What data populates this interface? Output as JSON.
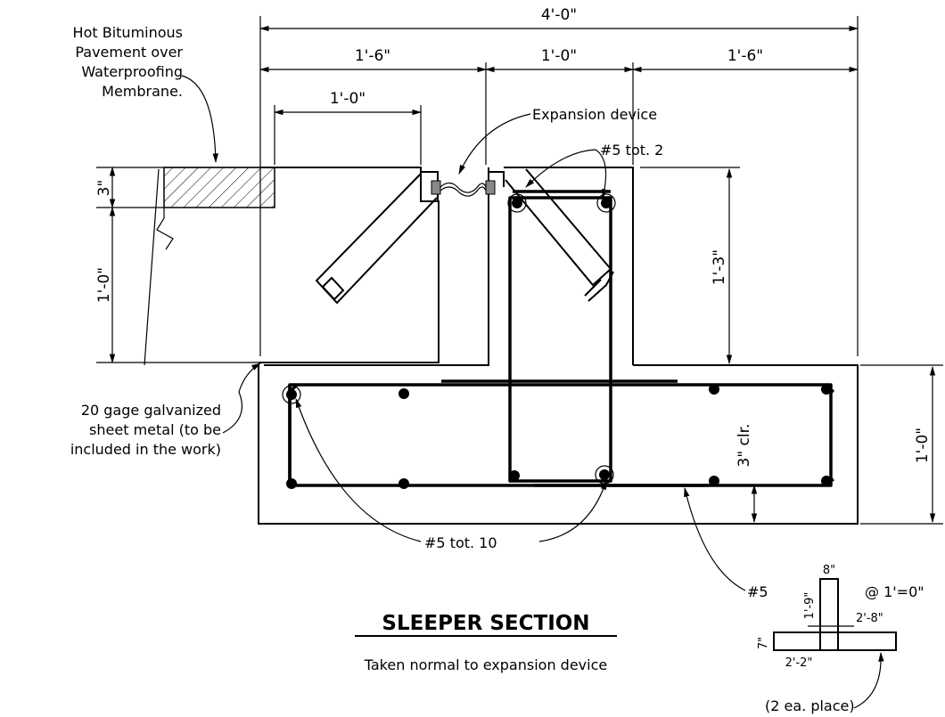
{
  "dimensions": {
    "overall_width": "4'-0\"",
    "left_width": "1'-6\"",
    "center_width": "1'-0\"",
    "right_width": "1'-6\"",
    "pavement_width": "1'-0\"",
    "pavement_depth": "3\"",
    "left_depth": "1'-0\"",
    "upper_depth": "1'-3\"",
    "sleeper_depth": "1'-0\"",
    "clearance": "3\" clr."
  },
  "notes": {
    "pavement": [
      "Hot Bituminous",
      "Pavement over",
      "Waterproofing",
      "Membrane."
    ],
    "expansion_device": "Expansion device",
    "bars_upper": "#5 tot. 2",
    "sheet_metal": [
      "20 gage galvanized",
      "sheet metal (to be",
      "included in the work)"
    ],
    "bars_lower": "#5 tot. 10",
    "bar_spacing_bar": "#5",
    "bar_spacing_value": "@ 1'=0\"",
    "place_note": "(2 ea. place)"
  },
  "bar_detail": {
    "top": "8\"",
    "vertical": "1'-9\"",
    "right_leg": "2'-8\"",
    "hook": "7\"",
    "bottom": "2'-2\""
  },
  "title": {
    "main": "SLEEPER SECTION",
    "sub": "Taken normal to expansion device"
  }
}
